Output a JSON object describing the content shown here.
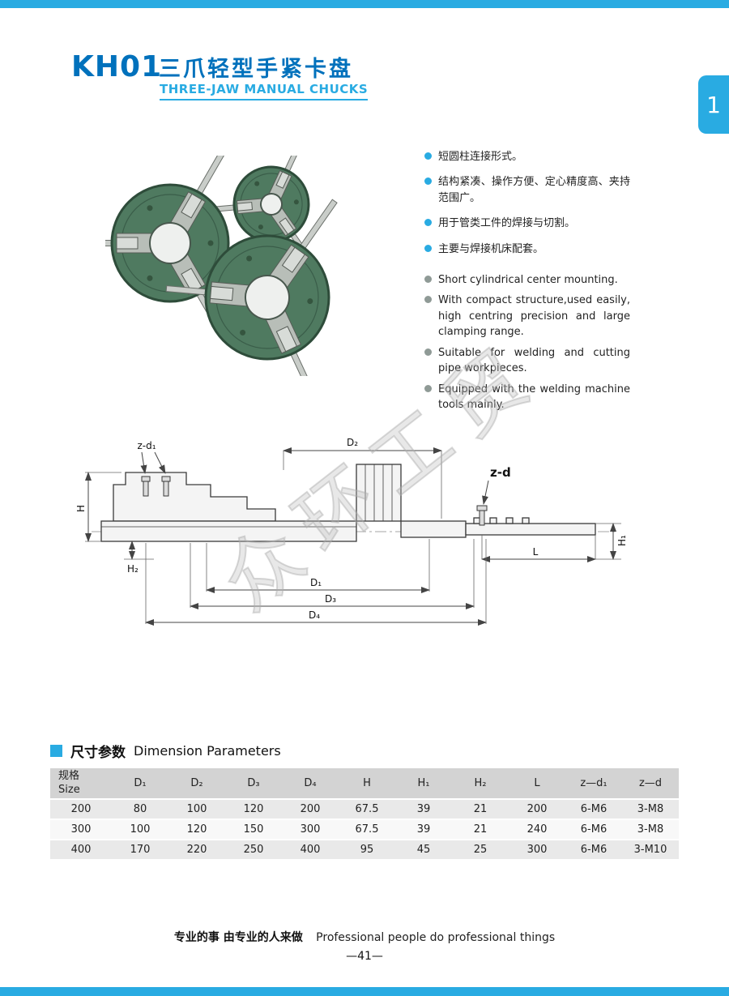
{
  "colors": {
    "brand_blue": "#0071bc",
    "brand_cyan": "#29abe2",
    "chuck_green": "#4f7a60"
  },
  "header": {
    "model": "KH01",
    "title_cn": "三爪轻型手紧卡盘",
    "title_en": "THREE-JAW MANUAL CHUCKS",
    "side_tab": "1"
  },
  "features_cn": [
    "短圆柱连接形式。",
    "结构紧凑、操作方便、定心精度高、夹持范围广。",
    "用于管类工件的焊接与切割。",
    "主要与焊接机床配套。"
  ],
  "features_en": [
    "Short cylindrical center mounting.",
    "With compact structure,used easily, high centring precision and large clamping range.",
    "Suitable for welding and cutting pipe workpieces.",
    "Equipped with the welding machine tools mainly."
  ],
  "drawing": {
    "watermark": "众环工贸",
    "labels": {
      "zd1": "z-d₁",
      "d2": "D₂",
      "zd": "z-d",
      "h": "H",
      "h2": "H₂",
      "h1": "H₁",
      "l": "L",
      "d1": "D₁",
      "d3": "D₃",
      "d4": "D₄"
    }
  },
  "section": {
    "title_cn": "尺寸参数",
    "title_en": "Dimension Parameters"
  },
  "table": {
    "size_header_cn": "规格",
    "size_header_en": "Size",
    "columns": [
      "D₁",
      "D₂",
      "D₃",
      "D₄",
      "H",
      "H₁",
      "H₂",
      "L",
      "z—d₁",
      "z—d"
    ],
    "rows": [
      [
        "200",
        "80",
        "100",
        "120",
        "200",
        "67.5",
        "39",
        "21",
        "200",
        "6-M6",
        "3-M8"
      ],
      [
        "300",
        "100",
        "120",
        "150",
        "300",
        "67.5",
        "39",
        "21",
        "240",
        "6-M6",
        "3-M8"
      ],
      [
        "400",
        "170",
        "220",
        "250",
        "400",
        "95",
        "45",
        "25",
        "300",
        "6-M6",
        "3-M10"
      ]
    ]
  },
  "footer": {
    "slogan_cn": "专业的事 由专业的人来做",
    "slogan_en": "Professional people do professional things",
    "page_number": "—41—"
  }
}
